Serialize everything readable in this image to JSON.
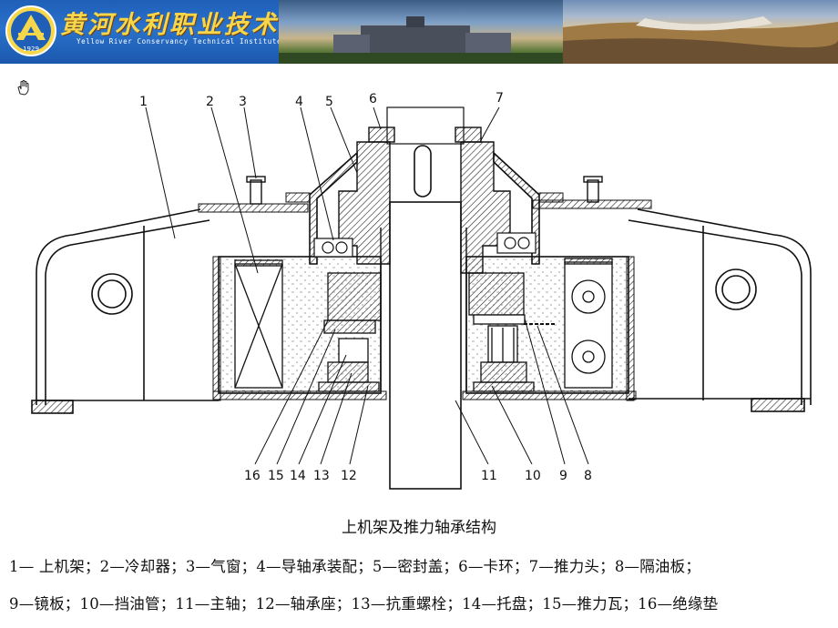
{
  "banner": {
    "school_name_cn": "黄河水利职业技术学院",
    "school_name_en": "Yellow River Conservancy Technical Institute",
    "logo_year": "1929",
    "colors": {
      "banner_blue": "#1f5fb8",
      "logo_yellow": "#f6d64b"
    }
  },
  "icons": {
    "cursor": "hand-pointer-icon"
  },
  "diagram": {
    "labels": [
      "1",
      "2",
      "3",
      "4",
      "5",
      "6",
      "7",
      "16",
      "15",
      "14",
      "13",
      "12",
      "11",
      "10",
      "9",
      "8"
    ],
    "caption": "上机架及推力轴承结构",
    "legend_line1": "1— 上机架；2—冷却器；3—气窗；4—导轴承装配；5—密封盖；6—卡环；7—推力头；8—隔油板；",
    "legend_line2": "9—镜板；10—挡油管；11—主轴；12—轴承座；13—抗重螺栓；14—托盘；15—推力瓦；16—绝缘垫"
  }
}
